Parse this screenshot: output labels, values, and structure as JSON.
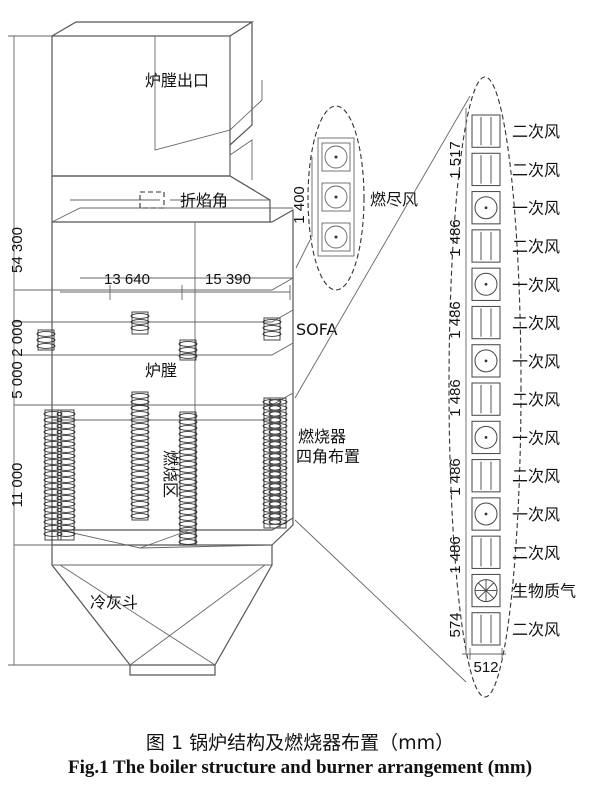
{
  "labels": {
    "furnace_outlet": "炉膛出口",
    "nose": "折焰角",
    "overfire_air": "燃尽风",
    "sofa": "SOFA",
    "furnace": "炉膛",
    "burner_arrangement_line1": "燃烧器",
    "burner_arrangement_line2": "四角布置",
    "combustion_zone": "燃烧区",
    "ash_hopper": "冷灰斗"
  },
  "dimensions": {
    "total_height": "54 300",
    "width_front": "13 640",
    "width_side": "15 390",
    "sofa_gap": "2 000",
    "furnace_gap": "5 000",
    "burner_zone_height": "11 000",
    "sofa_spacing": "1 400",
    "spacing_top": "1 517",
    "spacing_1": "1 486",
    "spacing_2": "1 486",
    "spacing_3": "1 486",
    "spacing_4": "1 486",
    "spacing_5": "1 486",
    "spacing_bottom": "574",
    "nozzle_width": "512"
  },
  "nozzles": [
    {
      "label": "二次风",
      "type": "secondary"
    },
    {
      "label": "二次风",
      "type": "secondary"
    },
    {
      "label": "一次风",
      "type": "primary"
    },
    {
      "label": "二次风",
      "type": "secondary"
    },
    {
      "label": "一次风",
      "type": "primary"
    },
    {
      "label": "二次风",
      "type": "secondary"
    },
    {
      "label": "一次风",
      "type": "primary"
    },
    {
      "label": "二次风",
      "type": "secondary"
    },
    {
      "label": "一次风",
      "type": "primary"
    },
    {
      "label": "二次风",
      "type": "secondary"
    },
    {
      "label": "一次风",
      "type": "primary"
    },
    {
      "label": "二次风",
      "type": "secondary"
    },
    {
      "label": "生物质气",
      "type": "biomass"
    },
    {
      "label": "二次风",
      "type": "secondary"
    }
  ],
  "caption": {
    "cn": "图 1 锅炉结构及燃烧器布置（mm）",
    "en": "Fig.1 The boiler structure and burner arrangement (mm)"
  }
}
